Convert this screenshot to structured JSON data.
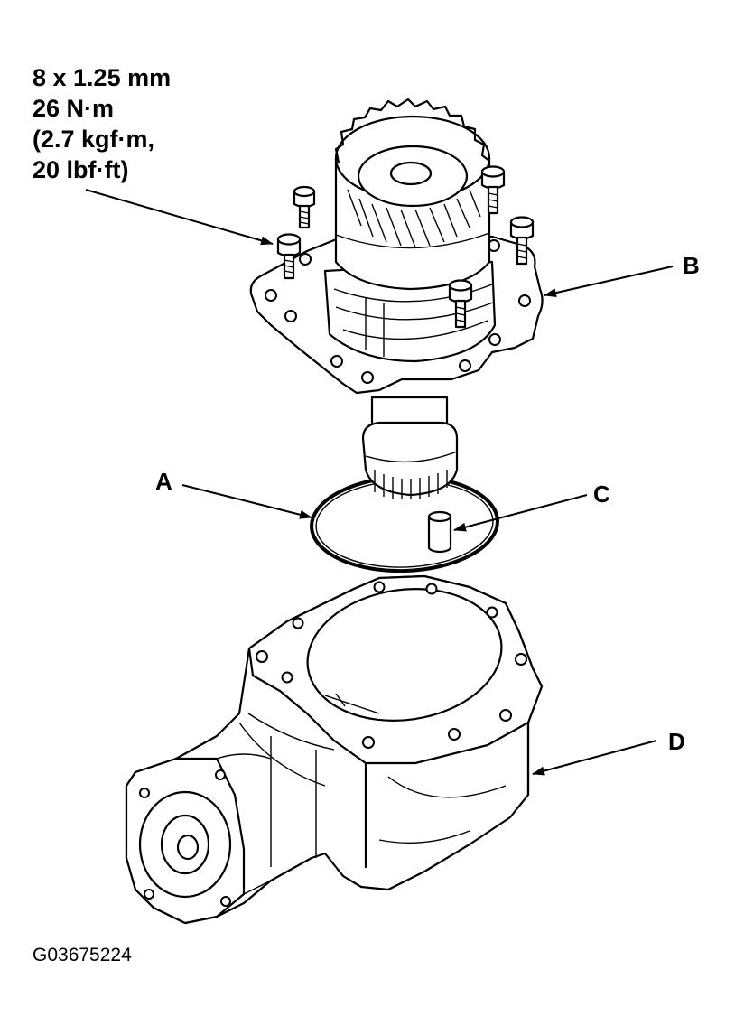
{
  "torque_spec": {
    "thread": "8 x 1.25 mm",
    "torque_nm": "26 N·m",
    "torque_kgfm": "(2.7 kgf·m,",
    "torque_lbfft": "20 lbf·ft)"
  },
  "callouts": {
    "a": "A",
    "b": "B",
    "c": "C",
    "d": "D"
  },
  "figure_code": "G03675224",
  "parts": {
    "a_shape": "o-ring",
    "b_shape": "gear-assembly-with-flange",
    "c_shape": "dowel-pin",
    "d_shape": "housing"
  }
}
